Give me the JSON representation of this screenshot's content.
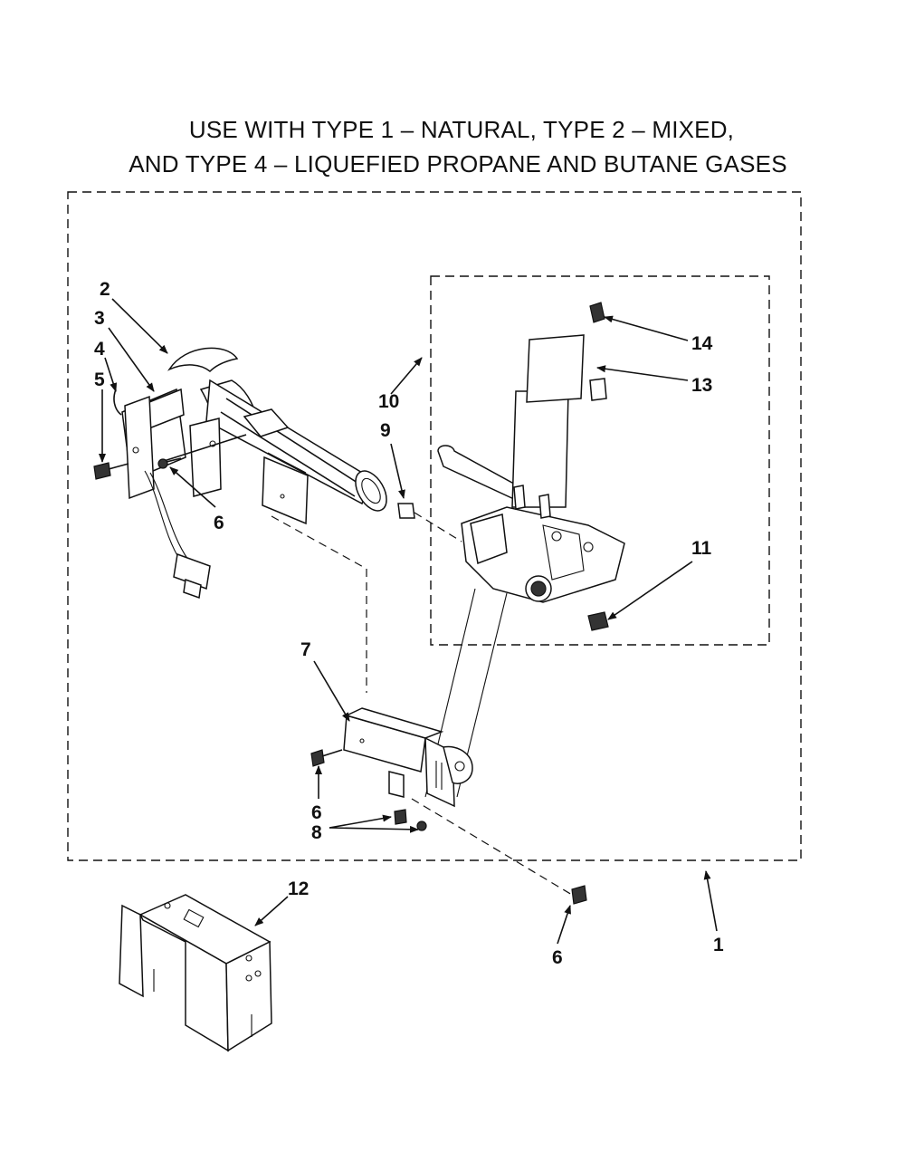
{
  "title": {
    "line1": "USE WITH TYPE 1 – NATURAL, TYPE 2 – MIXED,",
    "line2": "AND TYPE 4 – LIQUEFIED PROPANE AND BUTANE GASES"
  },
  "callouts": {
    "c1": "1",
    "c2": "2",
    "c3": "3",
    "c4": "4",
    "c5": "5",
    "c6a": "6",
    "c6b": "6",
    "c6c": "6",
    "c7": "7",
    "c8": "8",
    "c9": "9",
    "c10": "10",
    "c11": "11",
    "c12": "12",
    "c13": "13",
    "c14": "14"
  }
}
